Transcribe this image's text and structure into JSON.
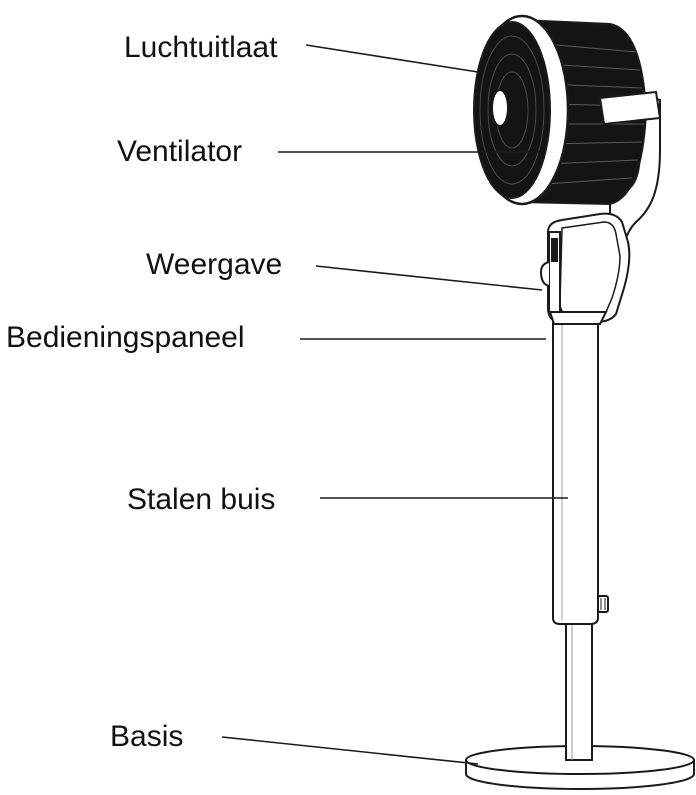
{
  "labels": {
    "air_outlet": "Luchtuitlaat",
    "fan": "Ventilator",
    "display": "Weergave",
    "control_panel": "Bedieningspaneel",
    "steel_tube": "Stalen buis",
    "base": "Basis"
  },
  "colors": {
    "stroke": "#1a1a1a",
    "fill_dark": "#141414",
    "fill_light": "#ffffff",
    "text": "#111111"
  }
}
